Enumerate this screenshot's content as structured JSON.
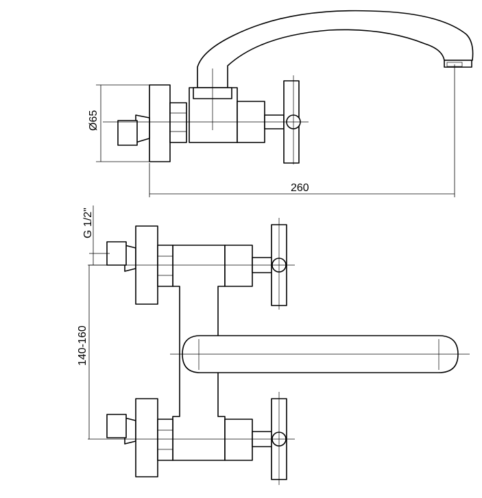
{
  "dimensions": {
    "width_label": "260",
    "diameter_label": "Ø65",
    "thread_label": "G 1/2\"",
    "spacing_label": "140-160"
  },
  "colors": {
    "line": "#000000",
    "background": "#ffffff"
  }
}
